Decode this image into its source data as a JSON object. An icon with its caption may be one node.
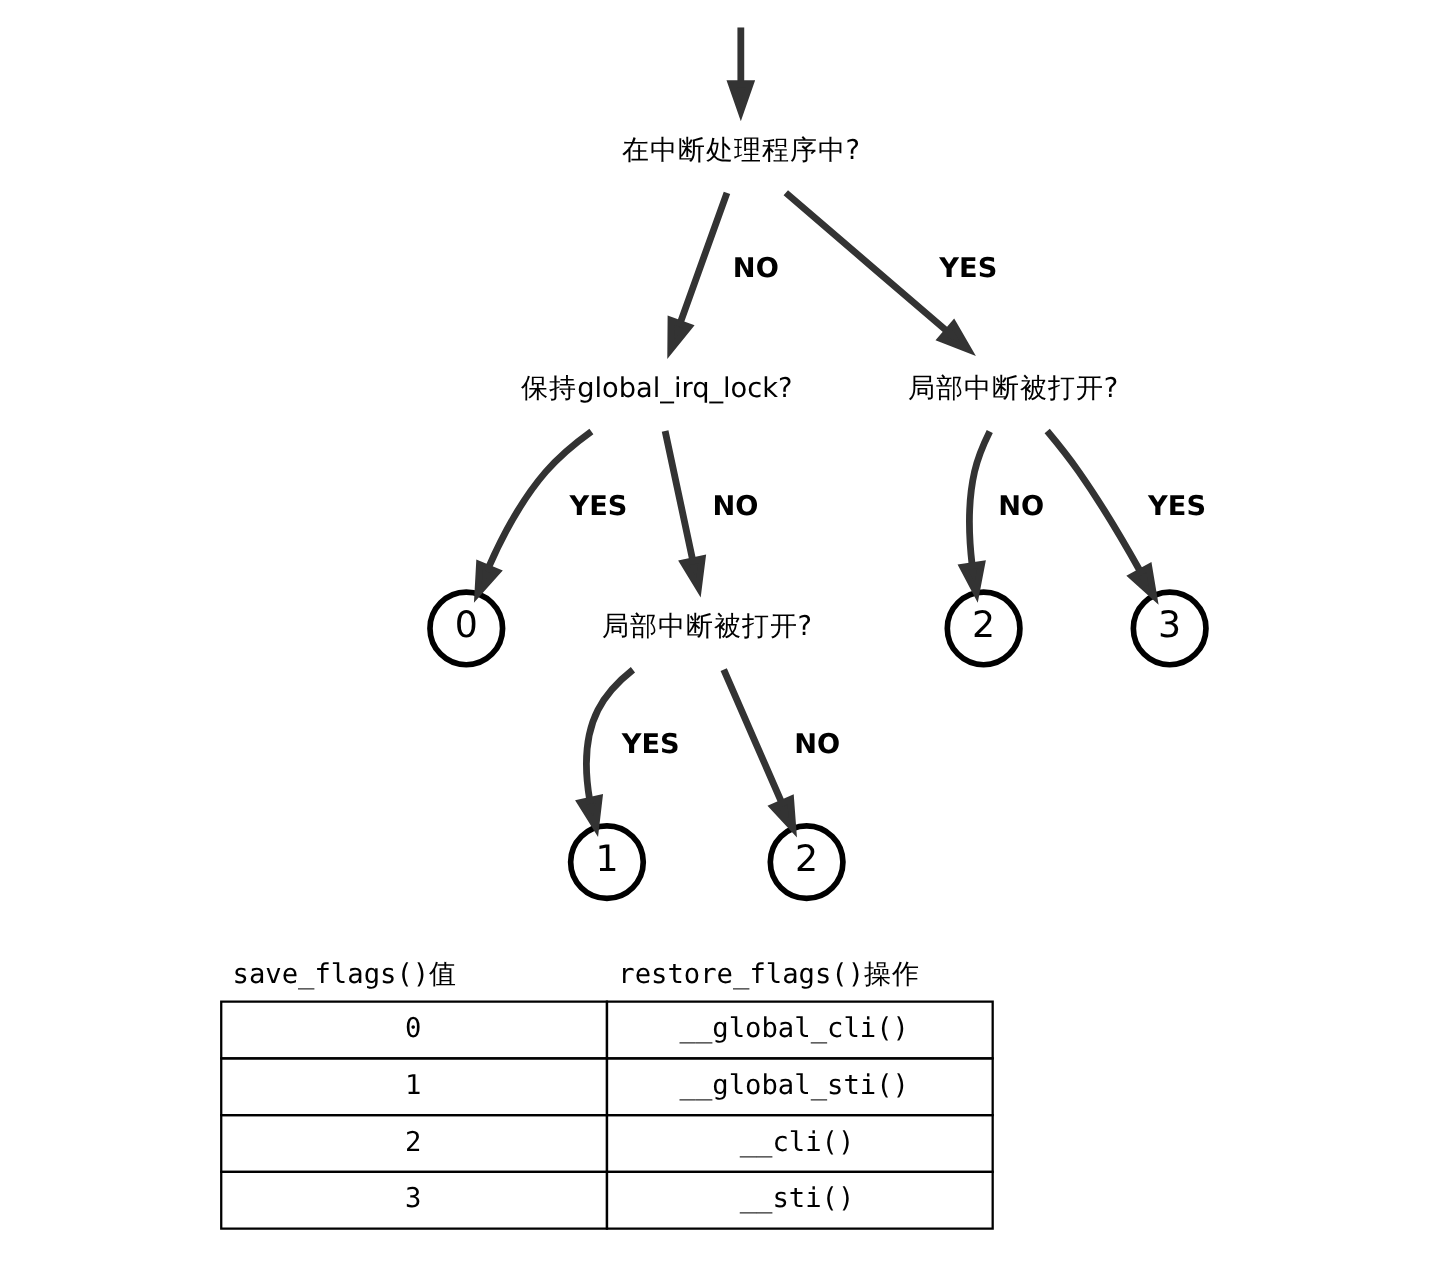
{
  "diagram": {
    "nodes": [
      {
        "text": [
          "在中断处理程序中?"
        ]
      },
      {
        "text": [
          "保持global_irq_lock?"
        ]
      },
      {
        "text": [
          "局部中断被打开?"
        ]
      },
      {
        "text": [
          "0"
        ]
      },
      {
        "text": [
          "局部中断被打开?"
        ]
      },
      {
        "text": [
          "2"
        ]
      },
      {
        "text": [
          "3"
        ]
      },
      {
        "text": [
          "1"
        ]
      },
      {
        "text": [
          "2"
        ]
      }
    ],
    "edges": [
      {
        "from": null,
        "to": 0,
        "arrow": "to"
      },
      {
        "from": 0,
        "to": 1,
        "arrow": "to",
        "label": "NO"
      },
      {
        "from": 0,
        "to": 2,
        "arrow": "to",
        "label": "YES"
      },
      {
        "from": 1,
        "to": 3,
        "arrow": "to",
        "label": "YES"
      },
      {
        "from": 1,
        "to": 4,
        "arrow": "to",
        "label": "NO"
      },
      {
        "from": 2,
        "to": 5,
        "arrow": "to",
        "label": "NO"
      },
      {
        "from": 2,
        "to": 6,
        "arrow": "to",
        "label": "YES"
      },
      {
        "from": 4,
        "to": 7,
        "arrow": "to",
        "label": "YES"
      },
      {
        "from": 4,
        "to": 8,
        "arrow": "to",
        "label": "NO"
      }
    ],
    "labels": [
      "save_flags()值",
      "restore_flags()操作",
      "0",
      "__global_cli()",
      "1",
      "__global_sti()",
      "2",
      "__cli()",
      "3",
      "__sti()"
    ]
  }
}
